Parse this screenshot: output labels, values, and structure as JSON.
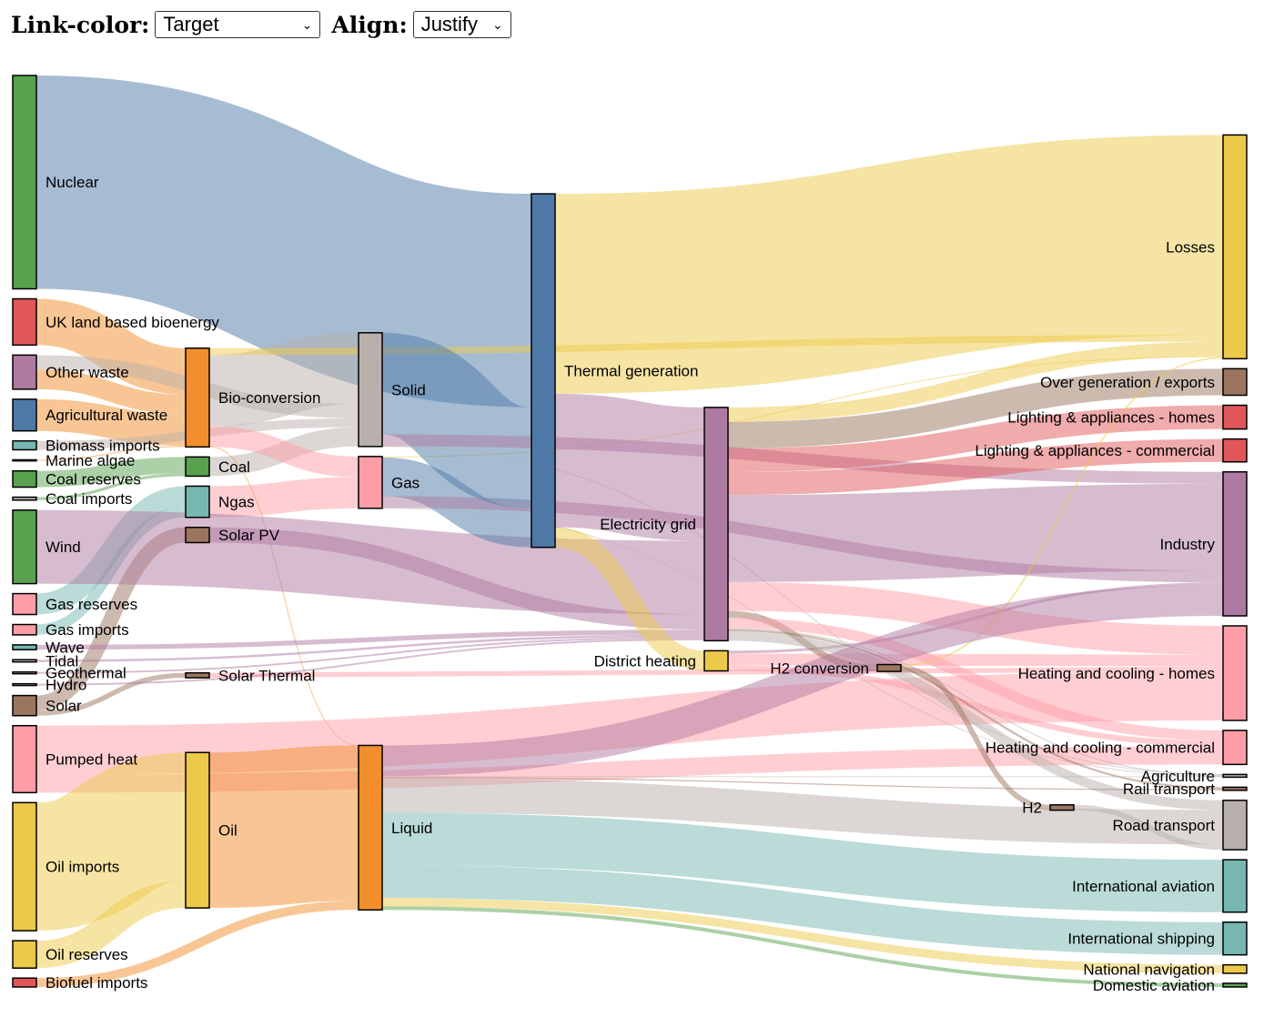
{
  "controls": {
    "link_color_label": "Link-color:",
    "link_color_value": "Target",
    "align_label": "Align:",
    "align_value": "Justify"
  },
  "colors": {
    "blue": "#4e79a7",
    "orange": "#f28e2c",
    "red": "#e15759",
    "teal": "#76b7b2",
    "green": "#59a14f",
    "yellow": "#edc949",
    "purple": "#af7aa1",
    "pink": "#ff9da7",
    "brown": "#9c755f",
    "gray": "#bab0ab"
  },
  "chart_data": {
    "type": "sankey",
    "link_color": "Target",
    "align": "Justify",
    "nodes": [
      {
        "name": "Nuclear",
        "color": "green"
      },
      {
        "name": "Gas imports",
        "color": "pink"
      },
      {
        "name": "Agricultural waste",
        "color": "blue"
      },
      {
        "name": "Gas reserves",
        "color": "pink"
      },
      {
        "name": "Marine algae",
        "color": "gray"
      },
      {
        "name": "UK land based bioenergy",
        "color": "red"
      },
      {
        "name": "Biomass imports",
        "color": "teal"
      },
      {
        "name": "Other waste",
        "color": "purple"
      },
      {
        "name": "Coal imports",
        "color": "gray"
      },
      {
        "name": "Coal reserves",
        "color": "green"
      },
      {
        "name": "Geothermal",
        "color": "gray"
      },
      {
        "name": "Pumped heat",
        "color": "pink"
      },
      {
        "name": "Solar",
        "color": "brown"
      },
      {
        "name": "Hydro",
        "color": "gray"
      },
      {
        "name": "Tidal",
        "color": "gray"
      },
      {
        "name": "Wave",
        "color": "teal"
      },
      {
        "name": "Wind",
        "color": "green"
      },
      {
        "name": "Biofuel imports",
        "color": "red"
      },
      {
        "name": "Oil imports",
        "color": "yellow"
      },
      {
        "name": "Oil reserves",
        "color": "yellow"
      },
      {
        "name": "Ngas",
        "color": "teal"
      },
      {
        "name": "Bio-conversion",
        "color": "orange"
      },
      {
        "name": "Coal",
        "color": "green"
      },
      {
        "name": "Solar PV",
        "color": "brown"
      },
      {
        "name": "Solar Thermal",
        "color": "brown"
      },
      {
        "name": "Oil",
        "color": "yellow"
      },
      {
        "name": "Gas",
        "color": "pink"
      },
      {
        "name": "Solid",
        "color": "gray"
      },
      {
        "name": "Liquid",
        "color": "orange"
      },
      {
        "name": "Thermal generation",
        "color": "blue"
      },
      {
        "name": "District heating",
        "color": "yellow"
      },
      {
        "name": "Electricity grid",
        "color": "purple"
      },
      {
        "name": "H2 conversion",
        "color": "brown"
      },
      {
        "name": "H2",
        "color": "brown"
      },
      {
        "name": "Losses",
        "color": "yellow"
      },
      {
        "name": "Industry",
        "color": "purple"
      },
      {
        "name": "Heating and cooling - homes",
        "color": "pink"
      },
      {
        "name": "Heating and cooling - commercial",
        "color": "pink"
      },
      {
        "name": "Agriculture",
        "color": "gray"
      },
      {
        "name": "Over generation / exports",
        "color": "brown"
      },
      {
        "name": "Lighting & appliances - commercial",
        "color": "red"
      },
      {
        "name": "Lighting & appliances - homes",
        "color": "red"
      },
      {
        "name": "Rail transport",
        "color": "brown"
      },
      {
        "name": "Road transport",
        "color": "gray"
      },
      {
        "name": "International shipping",
        "color": "teal"
      },
      {
        "name": "Domestic aviation",
        "color": "green"
      },
      {
        "name": "International aviation",
        "color": "teal"
      },
      {
        "name": "National navigation",
        "color": "yellow"
      }
    ],
    "links": [
      {
        "source": "Nuclear",
        "target": "Thermal generation",
        "value": 839.9
      },
      {
        "source": "Gas imports",
        "target": "Ngas",
        "value": 40.7
      },
      {
        "source": "Gas reserves",
        "target": "Ngas",
        "value": 82.2
      },
      {
        "source": "Agricultural waste",
        "target": "Bio-conversion",
        "value": 124.7
      },
      {
        "source": "Marine algae",
        "target": "Bio-conversion",
        "value": 4.4
      },
      {
        "source": "UK land based bioenergy",
        "target": "Bio-conversion",
        "value": 182.0
      },
      {
        "source": "Other waste",
        "target": "Bio-conversion",
        "value": 77.8
      },
      {
        "source": "Other waste",
        "target": "Solid",
        "value": 56.6
      },
      {
        "source": "Biomass imports",
        "target": "Solid",
        "value": 35.0
      },
      {
        "source": "Coal imports",
        "target": "Coal",
        "value": 11.6
      },
      {
        "source": "Coal reserves",
        "target": "Coal",
        "value": 63.9
      },
      {
        "source": "Coal",
        "target": "Solid",
        "value": 75.6
      },
      {
        "source": "Ngas",
        "target": "Gas",
        "value": 122.9
      },
      {
        "source": "Bio-conversion",
        "target": "Gas",
        "value": 81.1
      },
      {
        "source": "Bio-conversion",
        "target": "Solid",
        "value": 280.3
      },
      {
        "source": "Bio-conversion",
        "target": "Liquid",
        "value": 0.1
      },
      {
        "source": "Bio-conversion",
        "target": "Losses",
        "value": 26.9
      },
      {
        "source": "Solar",
        "target": "Solar PV",
        "value": 59.9
      },
      {
        "source": "Solar",
        "target": "Solar Thermal",
        "value": 19.3
      },
      {
        "source": "Solar PV",
        "target": "Electricity grid",
        "value": 59.9
      },
      {
        "source": "Solar Thermal",
        "target": "Heating and cooling - homes",
        "value": 19.3
      },
      {
        "source": "Geothermal",
        "target": "Electricity grid",
        "value": 7.0
      },
      {
        "source": "Hydro",
        "target": "Electricity grid",
        "value": 6.9
      },
      {
        "source": "Tidal",
        "target": "Electricity grid",
        "value": 9.0
      },
      {
        "source": "Wave",
        "target": "Electricity grid",
        "value": 19.0
      },
      {
        "source": "Wind",
        "target": "Electricity grid",
        "value": 289.4
      },
      {
        "source": "Pumped heat",
        "target": "Heating and cooling - homes",
        "value": 193.0
      },
      {
        "source": "Pumped heat",
        "target": "Heating and cooling - commercial",
        "value": 70.7
      },
      {
        "source": "Biofuel imports",
        "target": "Liquid",
        "value": 35.0
      },
      {
        "source": "Oil imports",
        "target": "Oil",
        "value": 504.3
      },
      {
        "source": "Oil reserves",
        "target": "Oil",
        "value": 107.7
      },
      {
        "source": "Oil",
        "target": "Liquid",
        "value": 611.9
      },
      {
        "source": "Gas",
        "target": "Thermal generation",
        "value": 151.9
      },
      {
        "source": "Gas",
        "target": "Industry",
        "value": 46.2
      },
      {
        "source": "Gas",
        "target": "Agriculture",
        "value": 2.0
      },
      {
        "source": "Gas",
        "target": "Losses",
        "value": 3.9
      },
      {
        "source": "Solid",
        "target": "Thermal generation",
        "value": 400.1
      },
      {
        "source": "Solid",
        "target": "Industry",
        "value": 46.8
      },
      {
        "source": "Solid",
        "target": "Agriculture",
        "value": 0.9
      },
      {
        "source": "Thermal generation",
        "target": "Losses",
        "value": 787.1
      },
      {
        "source": "Thermal generation",
        "target": "District heating",
        "value": 79.3
      },
      {
        "source": "Thermal generation",
        "target": "Electricity grid",
        "value": 525.5
      },
      {
        "source": "District heating",
        "target": "Industry",
        "value": 10.6
      },
      {
        "source": "District heating",
        "target": "Heating and cooling - commercial",
        "value": 22.5
      },
      {
        "source": "District heating",
        "target": "Heating and cooling - homes",
        "value": 46.2
      },
      {
        "source": "Electricity grid",
        "target": "Over generation / exports",
        "value": 104.5
      },
      {
        "source": "Electricity grid",
        "target": "Heating and cooling - homes",
        "value": 113.7
      },
      {
        "source": "Electricity grid",
        "target": "H2 conversion",
        "value": 27.1
      },
      {
        "source": "Electricity grid",
        "target": "Industry",
        "value": 342.2
      },
      {
        "source": "Electricity grid",
        "target": "Road transport",
        "value": 37.8
      },
      {
        "source": "Electricity grid",
        "target": "Agriculture",
        "value": 4.4
      },
      {
        "source": "Electricity grid",
        "target": "Heating and cooling - commercial",
        "value": 40.7
      },
      {
        "source": "Electricity grid",
        "target": "Losses",
        "value": 56.7
      },
      {
        "source": "Electricity grid",
        "target": "Rail transport",
        "value": 7.9
      },
      {
        "source": "Electricity grid",
        "target": "Lighting & appliances - commercial",
        "value": 90.0
      },
      {
        "source": "Electricity grid",
        "target": "Lighting & appliances - homes",
        "value": 93.5
      },
      {
        "source": "H2 conversion",
        "target": "H2",
        "value": 20.9
      },
      {
        "source": "H2 conversion",
        "target": "Losses",
        "value": 6.2
      },
      {
        "source": "H2",
        "target": "Road transport",
        "value": 20.9
      },
      {
        "source": "Liquid",
        "target": "Industry",
        "value": 121.1
      },
      {
        "source": "Liquid",
        "target": "International shipping",
        "value": 128.7
      },
      {
        "source": "Liquid",
        "target": "Road transport",
        "value": 135.8
      },
      {
        "source": "Liquid",
        "target": "Domestic aviation",
        "value": 14.5
      },
      {
        "source": "Liquid",
        "target": "International aviation",
        "value": 206.3
      },
      {
        "source": "Liquid",
        "target": "Agriculture",
        "value": 3.6
      },
      {
        "source": "Liquid",
        "target": "National navigation",
        "value": 33.2
      },
      {
        "source": "Liquid",
        "target": "Rail transport",
        "value": 4.4
      }
    ]
  }
}
